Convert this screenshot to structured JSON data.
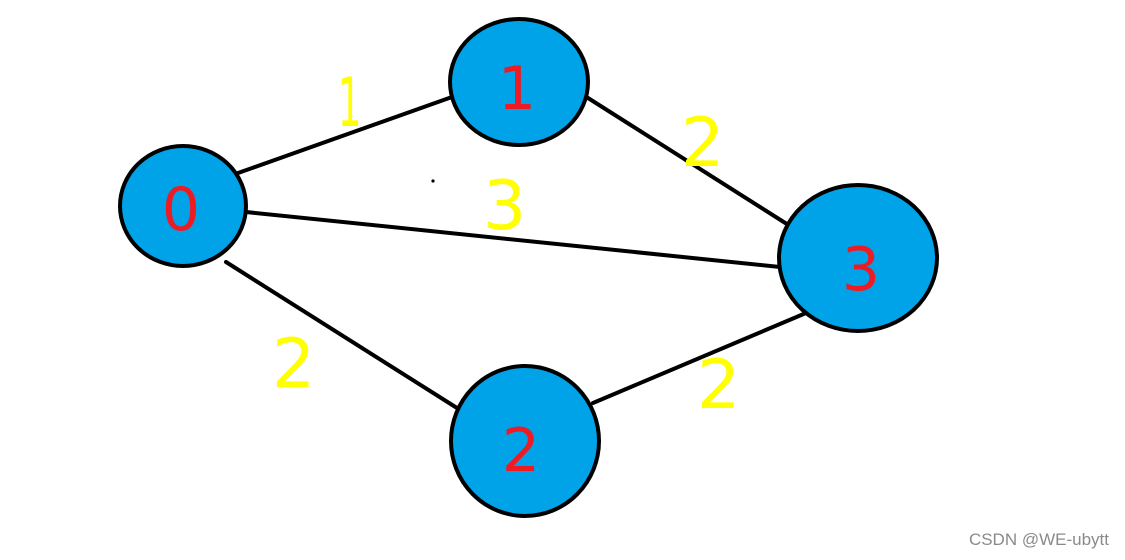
{
  "graph": {
    "nodes": [
      {
        "id": "0",
        "label": "0"
      },
      {
        "id": "1",
        "label": "1"
      },
      {
        "id": "2",
        "label": "2"
      },
      {
        "id": "3",
        "label": "3"
      }
    ],
    "edges": [
      {
        "from": "0",
        "to": "1",
        "weight": "1"
      },
      {
        "from": "1",
        "to": "3",
        "weight": "2"
      },
      {
        "from": "0",
        "to": "3",
        "weight": "3"
      },
      {
        "from": "0",
        "to": "2",
        "weight": "2"
      },
      {
        "from": "2",
        "to": "3",
        "weight": "2"
      }
    ]
  },
  "colors": {
    "node_fill": "#00a2e8",
    "node_stroke": "#000000",
    "node_label": "#ed1c24",
    "edge": "#000000",
    "weight_label": "#ffff00"
  },
  "watermark": "CSDN @WE-ubytt"
}
